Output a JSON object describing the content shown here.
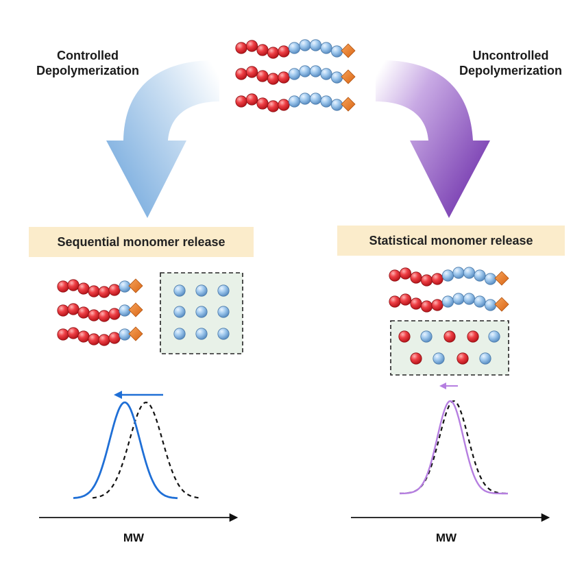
{
  "labels": {
    "controlled_line1": "Controlled",
    "controlled_line2": "Depolymerization",
    "uncontrolled_line1": "Uncontrolled",
    "uncontrolled_line2": "Depolymerization"
  },
  "banners": {
    "left": "Sequential monomer release",
    "right": "Statistical monomer release"
  },
  "axes": {
    "left_label": "MW",
    "right_label": "MW"
  },
  "colors": {
    "red_monomer": "#e8333a",
    "blue_monomer": "#8fbde6",
    "end_cap": "#e8782a",
    "controlled_arrow": "#6fa6dc",
    "uncontrolled_arrow": "#7a3fb5",
    "controlled_curve": "#1f6fd6",
    "uncontrolled_curve": "#b57ee0",
    "banner_bg": "#fbeccb",
    "box_bg": "#e8f1e8"
  },
  "icons": {
    "polymer_chain": "bead-chain-icon",
    "end_group": "diamond-icon"
  }
}
